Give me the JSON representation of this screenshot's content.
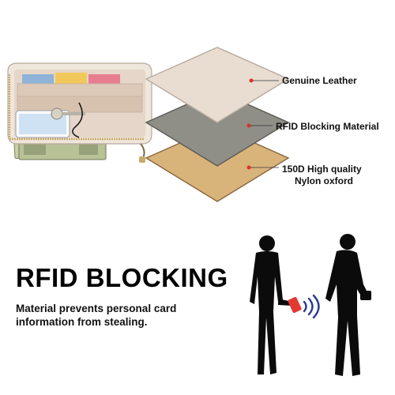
{
  "layers": {
    "leather_label": "Genuine Leather",
    "rfid_label": "RFID Blocking Material",
    "nylon_label_line1": "150D High quality",
    "nylon_label_line2": "Nylon oxford"
  },
  "headline": {
    "title": "RFID BLOCKING",
    "subtitle_line1": "Material prevents personal card",
    "subtitle_line2": "information from stealing."
  },
  "colors": {
    "leather": "#e9ddd1",
    "rfid": "#8f8e87",
    "nylon": "#d9b47a",
    "edge": "#8b6a44",
    "marker": "#e0302a",
    "silhouette": "#0b0b0b",
    "signal": "#2a3c8f",
    "card": "#e23a33"
  },
  "icons": {
    "wallet": "open-zip-wallet",
    "signal": "wireless-signal-icon",
    "card": "credit-card-icon"
  }
}
